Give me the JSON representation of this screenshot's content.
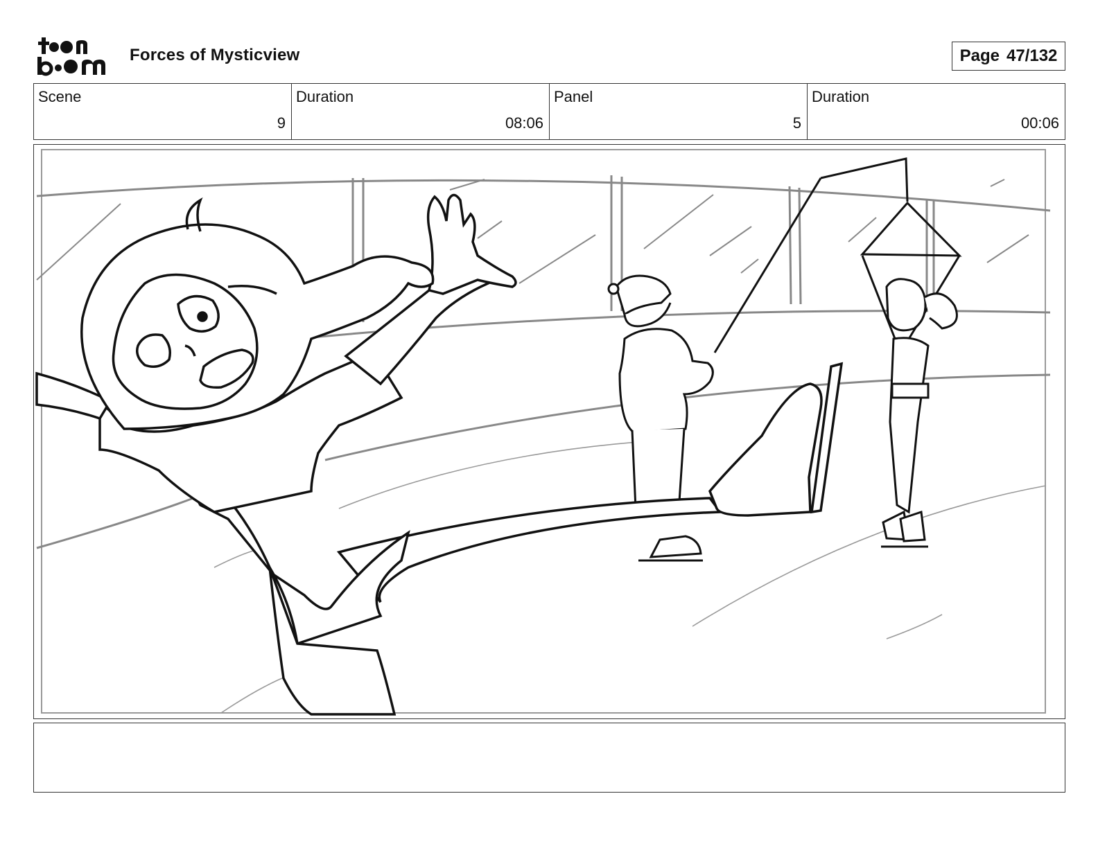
{
  "header": {
    "logo_line1": "toon",
    "logo_line2": "boom",
    "project_title": "Forces of Mysticview",
    "page_label": "Page",
    "page_value": "47/132"
  },
  "info": {
    "scene_label": "Scene",
    "scene_value": "9",
    "scene_duration_label": "Duration",
    "scene_duration_value": "08:06",
    "panel_label": "Panel",
    "panel_value": "5",
    "panel_duration_label": "Duration",
    "panel_duration_value": "00:06"
  },
  "caption": {
    "text": ""
  }
}
